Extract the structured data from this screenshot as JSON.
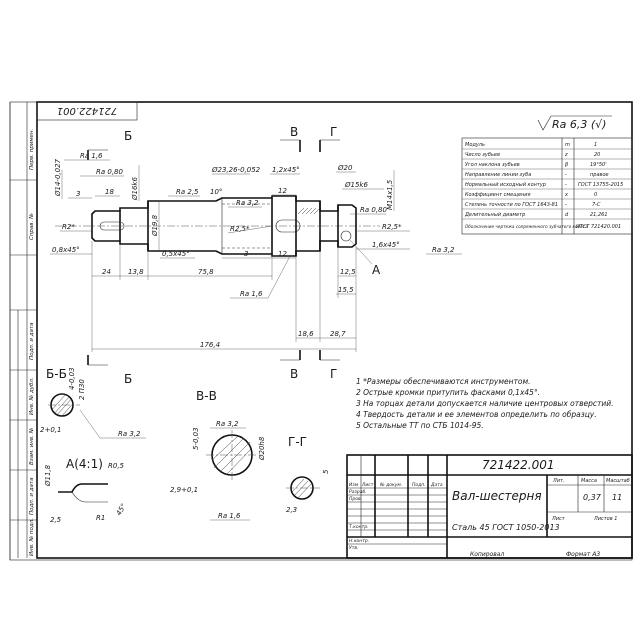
{
  "drawing": {
    "rotated_number": "721422.001",
    "roughness_general": "Ra 6,3 (√)",
    "dims": {
      "d1": "3",
      "d2": "18",
      "d3": "24",
      "d4": "13,8",
      "d5": "75,8",
      "d6": "3",
      "d7": "12",
      "d8": "12",
      "d9": "12,5",
      "d10": "15,5",
      "d11": "18,6",
      "d12": "28,7",
      "d13": "176,4",
      "d14": "R2*",
      "d15": "R2,5*",
      "d16": "R2,5*",
      "d17": "0,8x45°",
      "d18": "0,5x45°",
      "d19": "1,6x45°",
      "d20": "1,2x45°",
      "d21": "Ø14-0,027",
      "d22": "Ø16k6",
      "d23": "Ø19,8",
      "d24": "Ø23,26-0,052",
      "d25": "Ø20",
      "d26": "Ø15k6",
      "d27": "M14x1,5",
      "d28": "10°"
    },
    "ra": {
      "r1": "Ra 1,6",
      "r2": "Ra 0,80",
      "r3": "Ra 2,5",
      "r4": "Ra 3,2",
      "r5": "Ra 0,80",
      "r6": "Ra 1,6",
      "r7": "Ra 3,2",
      "r8": "Ra 3,2",
      "r9": "Ra 3,2",
      "r10": "Ra 1,6"
    },
    "sections": {
      "bb_label": "Б-Б",
      "bb_dim1": "2 П30",
      "bb_dim2": "4-0,03",
      "bb_dim3": "2+0,1",
      "vv_label": "В-В",
      "vv_dim1": "5-0,03",
      "vv_dim2": "Ø20h8",
      "vv_dim3": "2,9+0,1",
      "gg_label": "Г-Г",
      "gg_dim1": "5",
      "gg_dim2": "2,3",
      "a_label": "А(4:1)",
      "a_r1": "R0,5",
      "a_r2": "R1",
      "a_d": "Ø11,8",
      "a_w": "2,5",
      "a_ang": "45°"
    },
    "markers": {
      "b": "Б",
      "v": "В",
      "g": "Г",
      "a": "А"
    }
  },
  "params_table": {
    "header": [
      "Модуль",
      "m",
      "1"
    ],
    "rows": [
      [
        "Модуль",
        "m",
        "1"
      ],
      [
        "Число зубьев",
        "z",
        "20"
      ],
      [
        "Угол наклона зубьев",
        "β",
        "19°50'"
      ],
      [
        "Направление линии зуба",
        "-",
        "правое"
      ],
      [
        "Нормальный исходный контур",
        "-",
        "ГОСТ 13755-2015"
      ],
      [
        "Коэффициент смещения",
        "x",
        "0"
      ],
      [
        "Степень точности по ГОСТ 1643-81",
        "-",
        "7-С"
      ],
      [
        "Делительный диаметр",
        "d",
        "21,261"
      ],
      [
        "Обозначение чертежа сопряженного зубчатого колеса",
        "",
        "ИТСТ 721420.001"
      ]
    ]
  },
  "notes": [
    "1 *Размеры обеспечиваются инструментом.",
    "2 Острые кромки притупить фасками 0,1х45°.",
    "3 На торцах детали допускается наличие центровых отверстий.",
    "4 Твердость детали и ее элементов определить по образцу.",
    "5 Остальные ТТ по СТБ 1014-95."
  ],
  "title_block": {
    "number": "721422.001",
    "name": "Вал-шестерня",
    "material": "Сталь 45 ГОСТ 1050-2013",
    "h_lit": "Лит.",
    "h_mass": "Масса",
    "h_scale": "Масштаб",
    "mass": "0,37",
    "scale": "11",
    "sheet": "Лист",
    "sheets": "Листов 1",
    "rows": [
      "Изм",
      "Лист",
      "№ докум.",
      "Подп.",
      "Дата"
    ],
    "roles": [
      "Разраб.",
      "Пров.",
      "Т.контр.",
      "Н.контр.",
      "Утв."
    ],
    "copied": "Копировал",
    "format": "Формат А3"
  },
  "side_stamps": [
    "Перв. примен.",
    "Справ. №",
    "Подп. и дата",
    "Инв. № дубл.",
    "Взам. инв. №",
    "Подп. и дата",
    "Инв. № подл."
  ]
}
